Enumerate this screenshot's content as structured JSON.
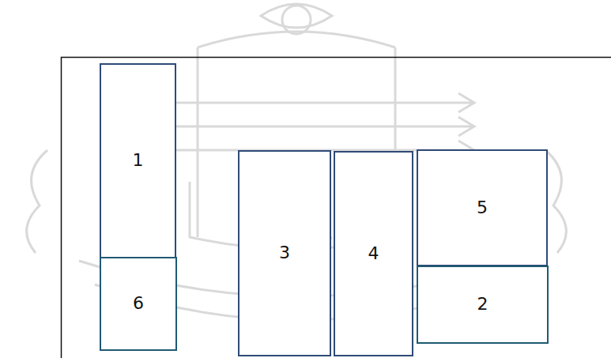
{
  "diagram": {
    "nodes": [
      {
        "text": [
          "1"
        ]
      },
      {
        "text": [
          "6"
        ]
      },
      {
        "text": [
          "3"
        ]
      },
      {
        "text": [
          "4"
        ]
      },
      {
        "text": [
          "5"
        ]
      },
      {
        "text": [
          "2"
        ]
      }
    ]
  }
}
